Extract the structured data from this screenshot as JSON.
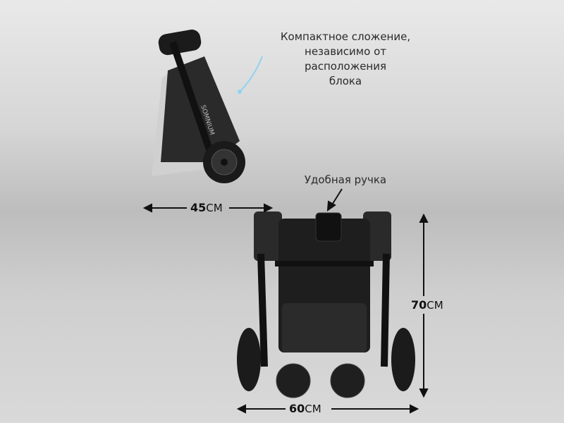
{
  "captions": {
    "fold": [
      "Компактное сложение,",
      "независимо от",
      "расположения",
      "блока"
    ],
    "handle": "Удобная ручка"
  },
  "dimensions": {
    "depth": {
      "value": "45",
      "unit": "СМ"
    },
    "height": {
      "value": "70",
      "unit": "СМ"
    },
    "width": {
      "value": "60",
      "unit": "СМ"
    }
  },
  "brand_on_frame": "SOMNIUM"
}
